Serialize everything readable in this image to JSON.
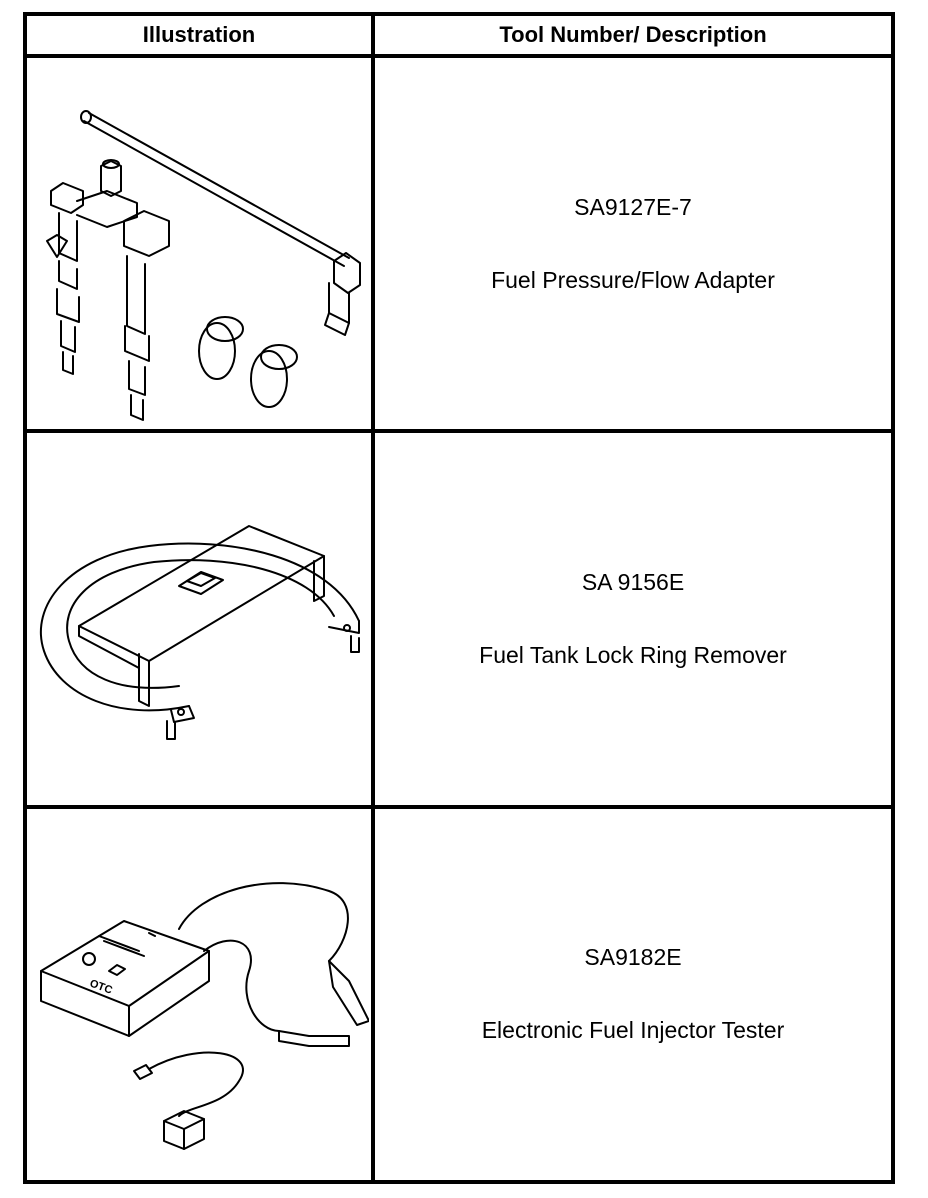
{
  "table": {
    "headers": {
      "illustration": "Illustration",
      "description": "Tool Number/ Description"
    },
    "rows": [
      {
        "number": "SA9127E-7",
        "description": "Fuel Pressure/Flow Adapter",
        "illustration_icon": "fuel-pressure-flow-adapter-icon"
      },
      {
        "number": "SA 9156E",
        "description": "Fuel Tank Lock Ring Remover",
        "illustration_icon": "fuel-tank-lock-ring-remover-icon"
      },
      {
        "number": "SA9182E",
        "description": "Electronic Fuel Injector Tester",
        "illustration_icon": "electronic-fuel-injector-tester-icon"
      }
    ]
  },
  "tester_label": "OTC"
}
